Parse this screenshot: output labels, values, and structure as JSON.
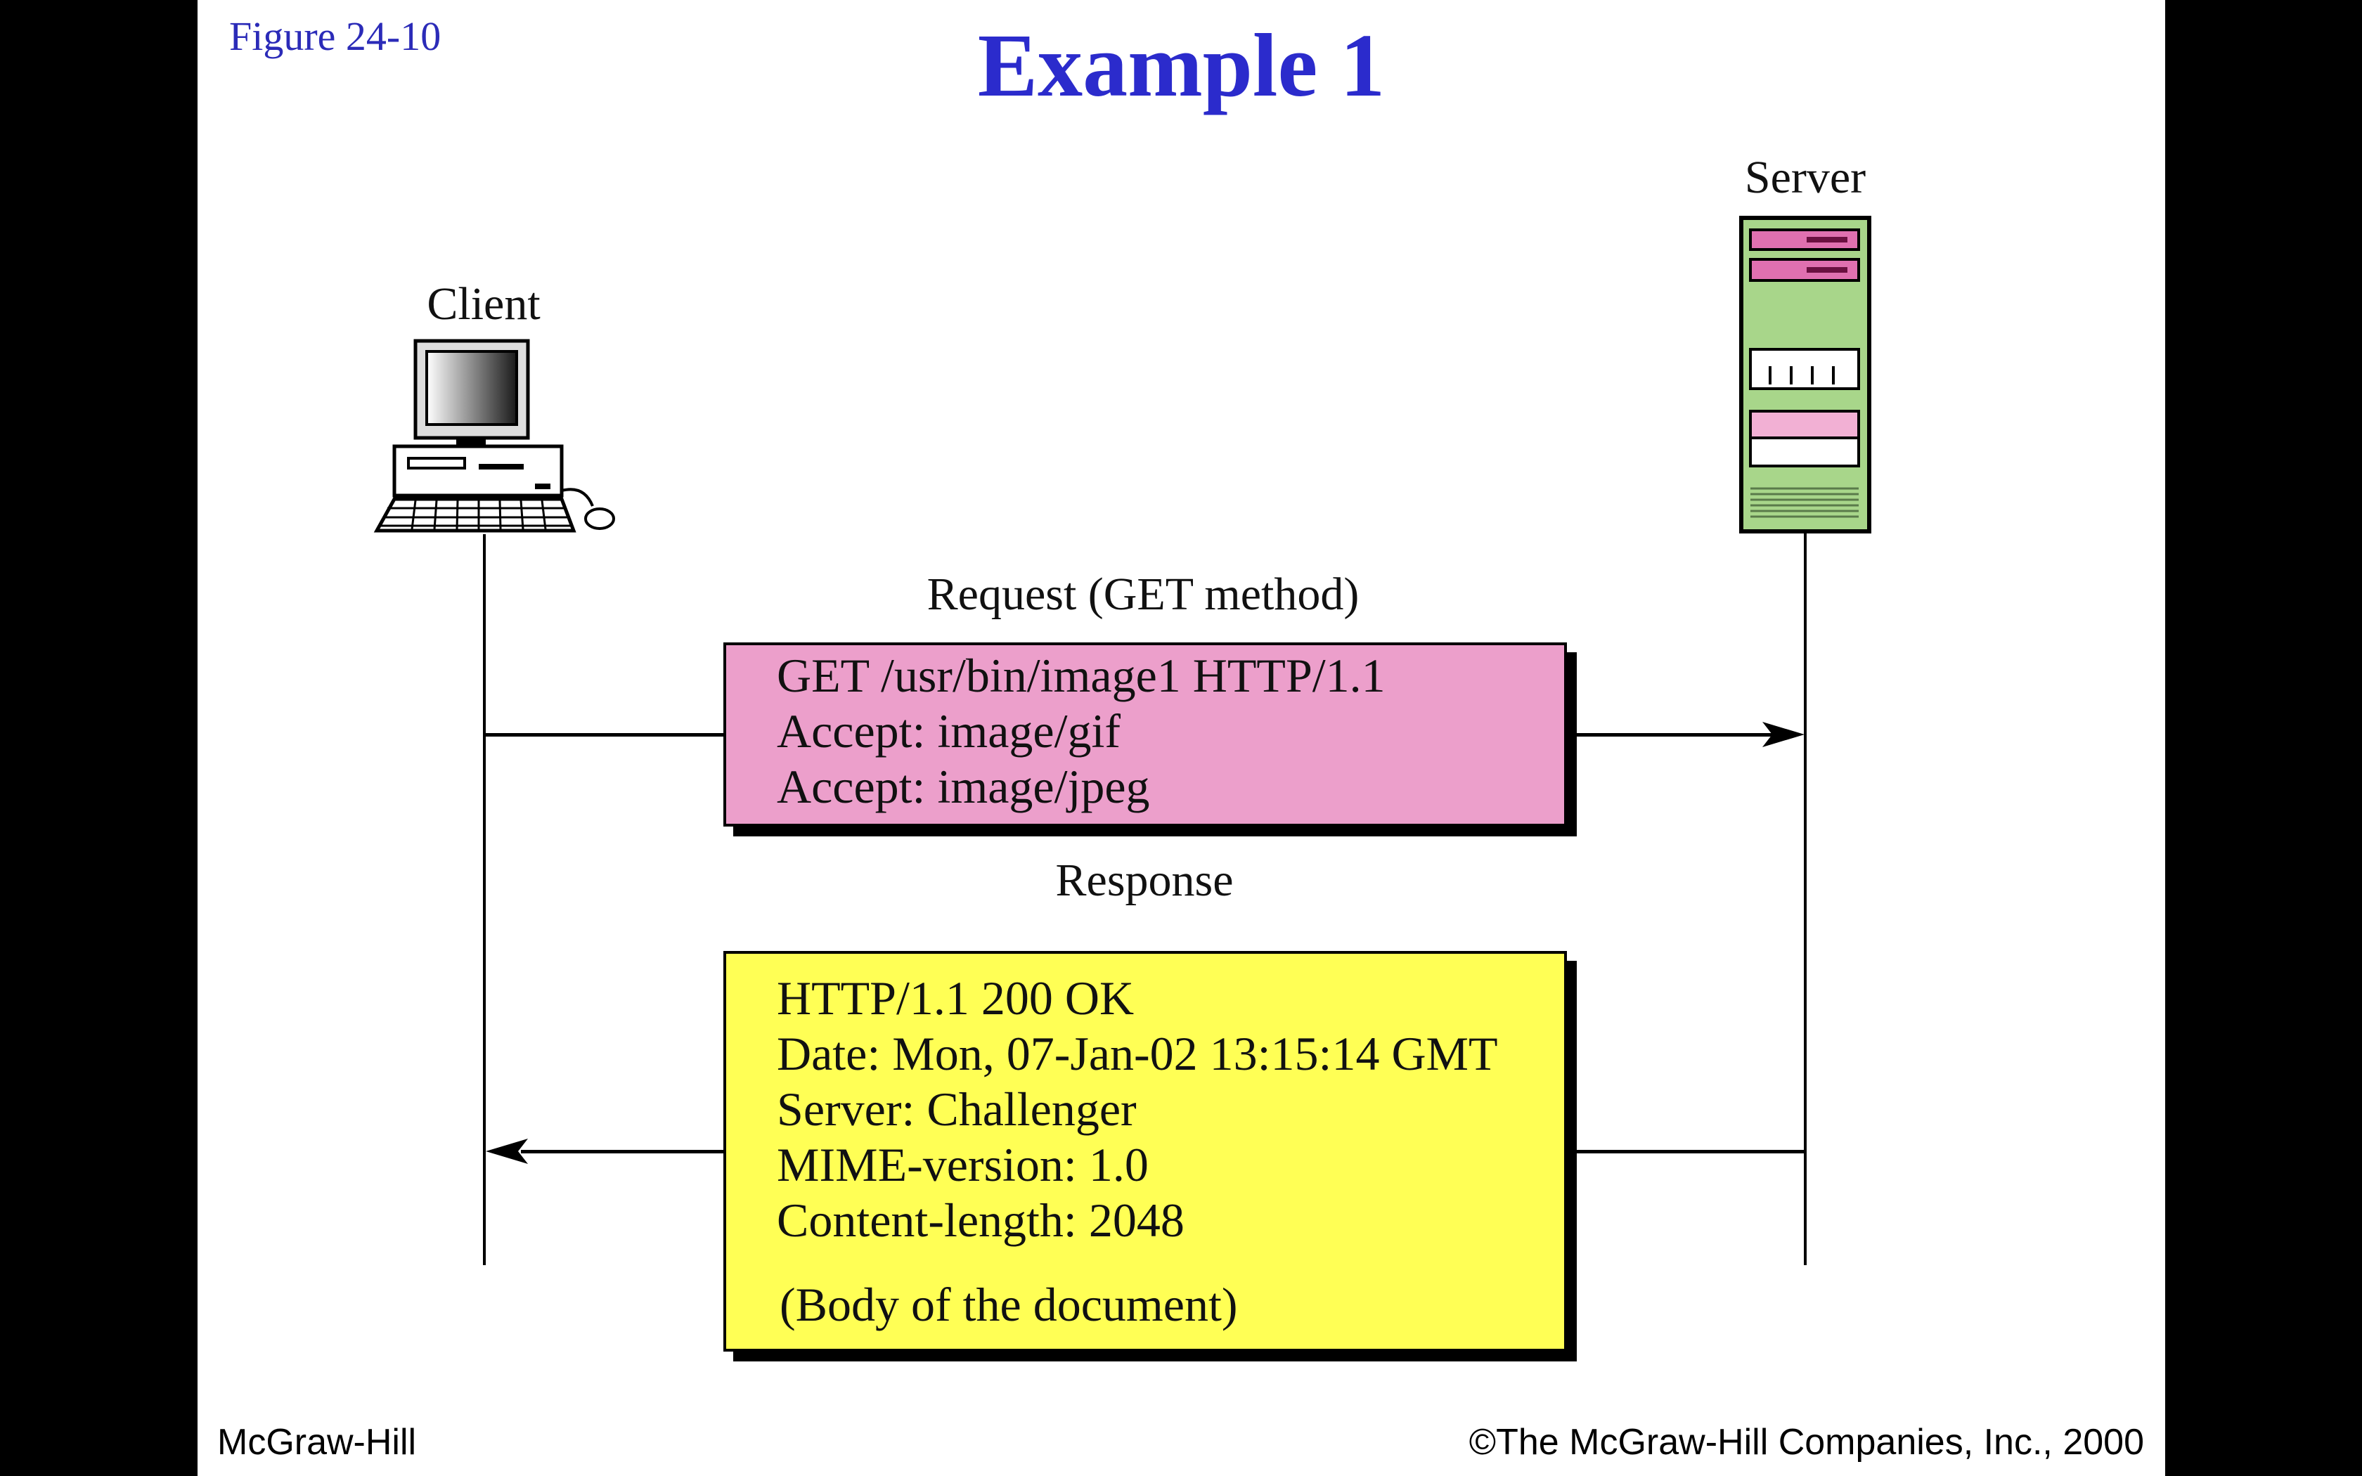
{
  "figure_label": "Figure  24-10",
  "title": "Example 1",
  "client": {
    "label": "Client",
    "icon": "desktop-computer-icon"
  },
  "server": {
    "label": "Server",
    "icon": "server-tower-icon"
  },
  "request": {
    "label": "Request (GET method)",
    "lines": [
      "GET   /usr/bin/image1  HTTP/1.1",
      "Accept: image/gif",
      "Accept: image/jpeg"
    ],
    "color": "#ec9fcb"
  },
  "response": {
    "label": "Response",
    "lines": [
      "HTTP/1.1   200  OK",
      "Date: Mon, 07-Jan-02 13:15:14 GMT",
      "Server: Challenger",
      "MIME-version: 1.0",
      "Content-length: 2048"
    ],
    "body": "(Body of the document)",
    "color": "#ffff55"
  },
  "footer": {
    "left": "McGraw-Hill",
    "right": "©The McGraw-Hill Companies, Inc., 2000"
  }
}
